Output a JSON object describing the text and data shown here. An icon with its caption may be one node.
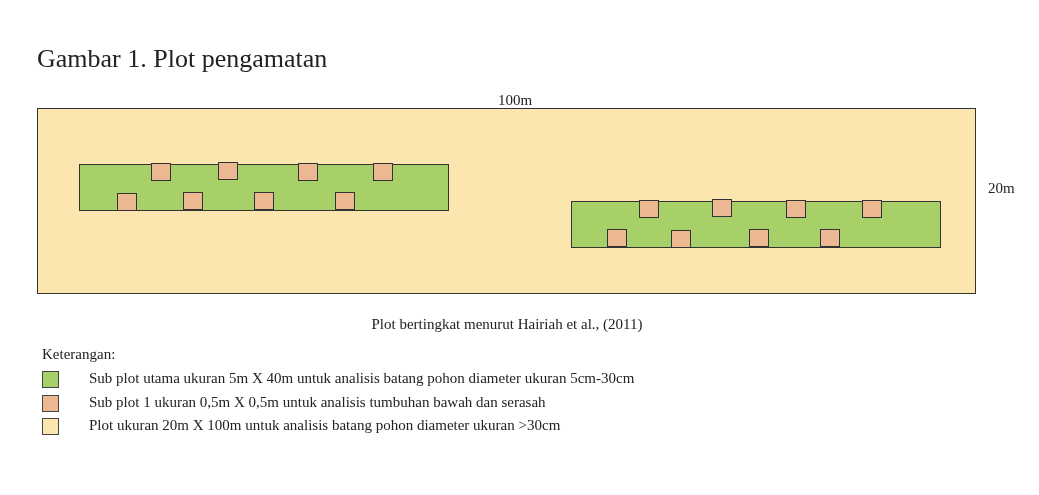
{
  "diagram": {
    "title": "Gambar 1. Plot pengamatan",
    "caption": "Plot bertingkat menurut Hairiah et al., (2011)",
    "nodes": [
      {
        "text": [],
        "shape": "box"
      },
      {
        "text": [],
        "shape": "box",
        "in": 0
      },
      {
        "text": [],
        "shape": "box",
        "in": 1
      },
      {
        "text": [],
        "shape": "box",
        "in": 1
      },
      {
        "text": [],
        "shape": "box",
        "in": 1
      },
      {
        "text": [],
        "shape": "box",
        "in": 1
      },
      {
        "text": [],
        "shape": "box",
        "in": 1
      },
      {
        "text": [],
        "shape": "box",
        "in": 1
      },
      {
        "text": [],
        "shape": "box",
        "in": 1
      },
      {
        "text": [],
        "shape": "box",
        "in": 1
      },
      {
        "text": [],
        "shape": "box",
        "in": 0
      },
      {
        "text": [],
        "shape": "box",
        "in": 10
      },
      {
        "text": [],
        "shape": "box",
        "in": 10
      },
      {
        "text": [],
        "shape": "box",
        "in": 10
      },
      {
        "text": [],
        "shape": "box",
        "in": 10
      },
      {
        "text": [],
        "shape": "box",
        "in": 10
      },
      {
        "text": [],
        "shape": "box",
        "in": 10
      },
      {
        "text": [],
        "shape": "box",
        "in": 10
      },
      {
        "text": [],
        "shape": "box",
        "in": 10
      }
    ],
    "labels": [
      "100m",
      "20m",
      "Keterangan:"
    ],
    "legend": [
      {
        "text": "Sub plot utama ukuran 5m X 40m untuk analisis batang pohon diameter ukuran 5cm-30cm",
        "color": "#a8d068"
      },
      {
        "text": "Sub plot 1 ukuran 0,5m X 0,5m untuk analisis tumbuhan bawah dan serasah",
        "color": "#ebb892"
      },
      {
        "text": "Plot ukuran 20m X 100m untuk analisis batang pohon diameter ukuran >30cm",
        "color": "#fae6ae"
      }
    ]
  }
}
